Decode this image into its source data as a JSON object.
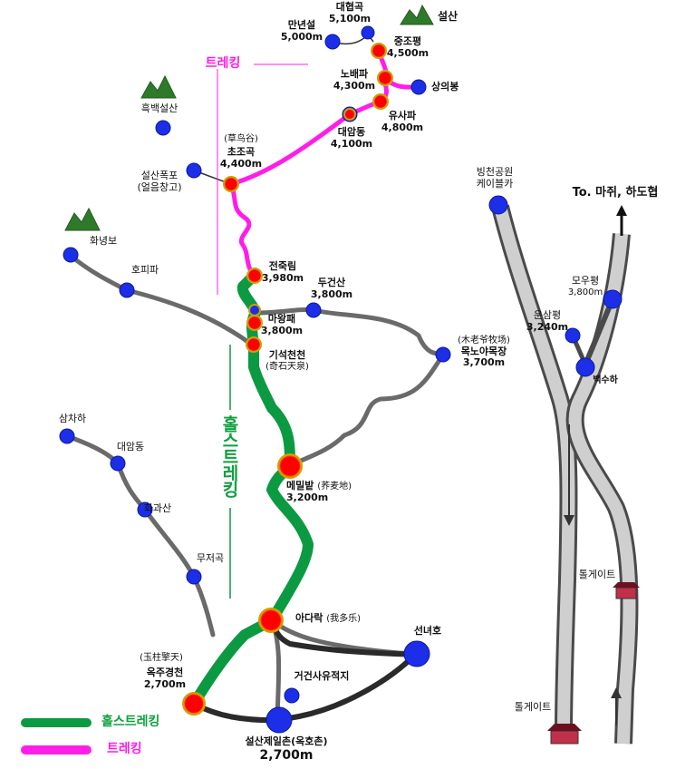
{
  "legend": {
    "holds_trekking": "홀스트레킹",
    "trekking": "트레킹",
    "trekking_green_color": "#0b9a42",
    "trekking_pink_color": "#ff1de8"
  },
  "labels": {
    "trekking_top": "트레킹",
    "holds_vertical": "홀스트레킹",
    "to_direction": "To. 마쥐, 하도협"
  },
  "places": {
    "daehyeopgok": {
      "name": "대협곡",
      "elev": "5,100m"
    },
    "manyeonseol": {
      "name": "만년설",
      "elev": "5,000m"
    },
    "seolsan": {
      "name": "설산"
    },
    "jungjopyeong": {
      "name": "중조평",
      "elev": "4,500m"
    },
    "nobaepa": {
      "name": "노배파",
      "elev": "4,300m"
    },
    "sanguibong": {
      "name": "상의봉"
    },
    "yusapa": {
      "name": "유사파",
      "elev": "4,800m"
    },
    "daeamdong_top": {
      "name": "대암동",
      "elev": "4,100m"
    },
    "heukbaek": {
      "name": "흑백설산"
    },
    "chojogok": {
      "name": "초조곡",
      "cn": "(草鸟谷)",
      "elev": "4,400m"
    },
    "seolsan_falls": {
      "name": "설산폭포",
      "sub": "(얼음창고)"
    },
    "hwanyeongbo": {
      "name": "화녕보"
    },
    "hopipa": {
      "name": "호피파"
    },
    "jeonjuklim": {
      "name": "전죽림",
      "elev": "3,980m"
    },
    "dugeonsan": {
      "name": "두건산",
      "elev": "3,800m"
    },
    "mawangpae": {
      "name": "마왕패",
      "elev": "3,800m"
    },
    "giseok": {
      "name": "기석천천",
      "cn": "(奇石天泉)"
    },
    "mokno": {
      "name": "목노야목장",
      "cn": "(木老爷牧场)",
      "elev": "3,700m"
    },
    "sanchaha": {
      "name": "삼차하"
    },
    "daeamdong_left": {
      "name": "대암동"
    },
    "hwagwasan": {
      "name": "화과산"
    },
    "mujeogok": {
      "name": "무저곡"
    },
    "memilbat": {
      "name": "메밀밭",
      "cn": "(荞麦地)",
      "elev": "3,200m"
    },
    "adarak": {
      "name": "아다락",
      "cn": "(我多乐)"
    },
    "seonnyeoho": {
      "name": "선녀호"
    },
    "okju": {
      "name": "옥주경천",
      "cn": "(玉柱擎天)",
      "elev": "2,700m"
    },
    "geogeonsa": {
      "name": "거건사유적지"
    },
    "seolsanjeil": {
      "name": "설산제일촌(옥호촌)",
      "elev": "2,700m"
    },
    "bingcheon": {
      "name": "빙천공원",
      "sub": "케이블카"
    },
    "mouppyeong": {
      "name": "모우평",
      "elev": "3,800m"
    },
    "unsampyeong": {
      "name": "운삼평",
      "elev": "3,240m"
    },
    "baeksuha": {
      "name": "백수하"
    },
    "tollgate1": {
      "name": "톨게이트"
    },
    "tollgate2": {
      "name": "톨게이트"
    }
  }
}
